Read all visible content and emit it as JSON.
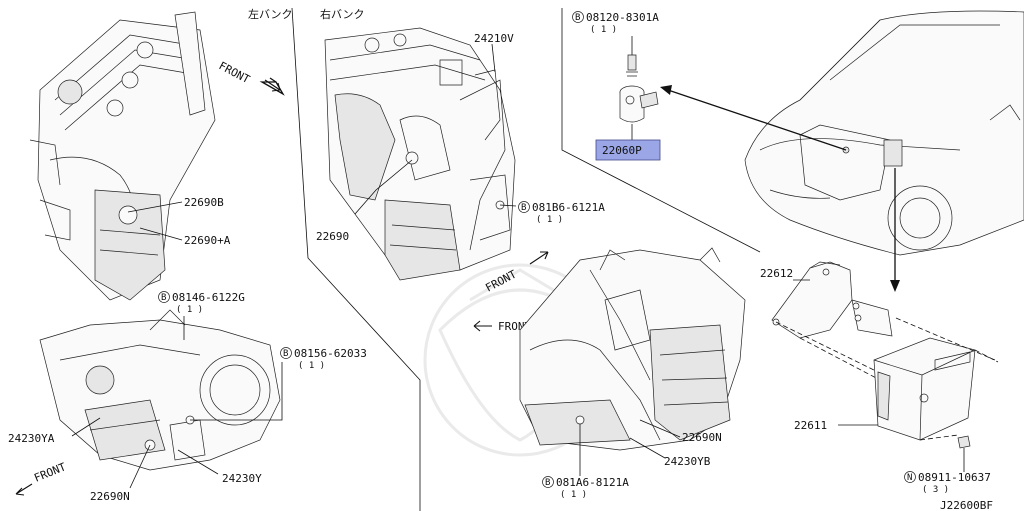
{
  "bank_labels": {
    "left": "左バンク",
    "right": "右バンク"
  },
  "front_labels": [
    "FRONT",
    "FRONT",
    "FRONT",
    "FRONT"
  ],
  "parts": {
    "p24210V": "24210V",
    "p22690B": "22690B",
    "p22690A": "22690+A",
    "p22690": "22690",
    "p22690N_a": "22690N",
    "p22690N_b": "22690N",
    "p24230YA": "24230YA",
    "p24230Y": "24230Y",
    "p24230YB": "24230YB",
    "p22060P": "22060P",
    "p22612": "22612",
    "p22611": "22611"
  },
  "fasteners": {
    "f1": {
      "prefix": "B",
      "code": "08120-8301A",
      "qty": "( 1 )"
    },
    "f2": {
      "prefix": "B",
      "code": "081B6-6121A",
      "qty": "( 1 )"
    },
    "f3": {
      "prefix": "B",
      "code": "08146-6122G",
      "qty": "( 1 )"
    },
    "f4": {
      "prefix": "B",
      "code": "08156-62033",
      "qty": "( 1 )"
    },
    "f5": {
      "prefix": "B",
      "code": "081A6-8121A",
      "qty": "( 1 )"
    },
    "f6": {
      "prefix": "N",
      "code": "08911-10637",
      "qty": "( 3 )"
    }
  },
  "diagram_id": "J22600BF",
  "highlight_color": "#9aa6e6",
  "icons": [
    "front-arrow-icon",
    "circled-b-icon",
    "circled-n-icon"
  ]
}
